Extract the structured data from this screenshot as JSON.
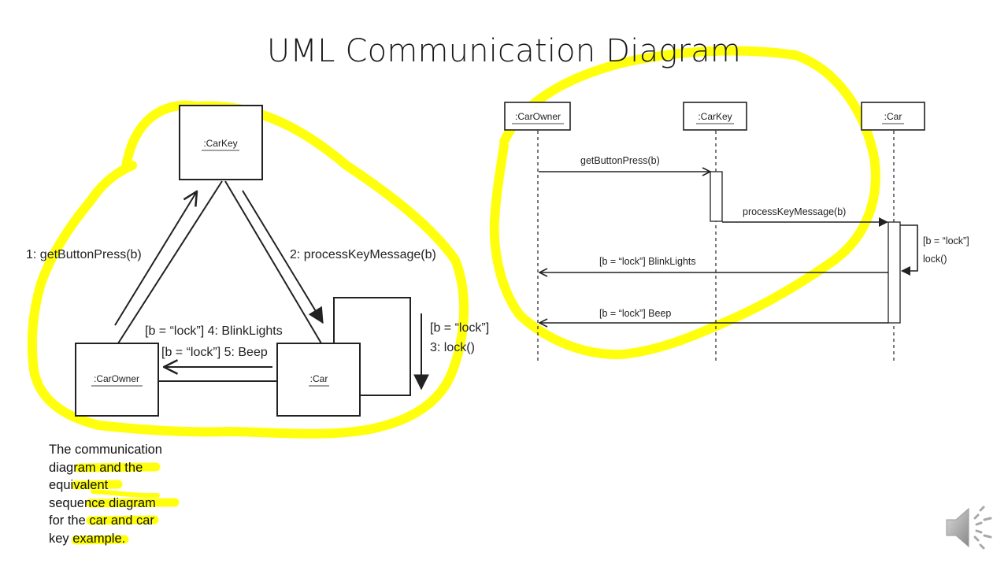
{
  "slide": {
    "title": "UML Communication Diagram",
    "highlight_color": "#ffff00"
  },
  "communication": {
    "objects": {
      "carkey": ":CarKey",
      "carowner": ":CarOwner",
      "car": ":Car"
    },
    "messages": {
      "m1": "1: getButtonPress(b)",
      "m2": "2: processKeyMessage(b)",
      "m3_guard": "[b = “lock”]",
      "m3": "3: lock()",
      "m4": "[b = “lock”] 4: BlinkLights",
      "m5": "[b = “lock”] 5: Beep"
    }
  },
  "sequence": {
    "lifelines": {
      "carowner": ":CarOwner",
      "carkey": ":CarKey",
      "car": ":Car"
    },
    "messages": {
      "get_button_press": "getButtonPress(b)",
      "process_key_message": "processKeyMessage(b)",
      "self_guard": "[b = “lock”]",
      "self_lock": "lock()",
      "blink_lights": "[b = “lock”] BlinkLights",
      "beep": "[b = “lock”] Beep"
    }
  },
  "caption": {
    "lines": [
      "The communication",
      "diagram and the",
      "equivalent",
      "sequence diagram",
      "for the car and car",
      "key example."
    ]
  },
  "controls": {
    "audio_icon": "speaker-icon"
  }
}
